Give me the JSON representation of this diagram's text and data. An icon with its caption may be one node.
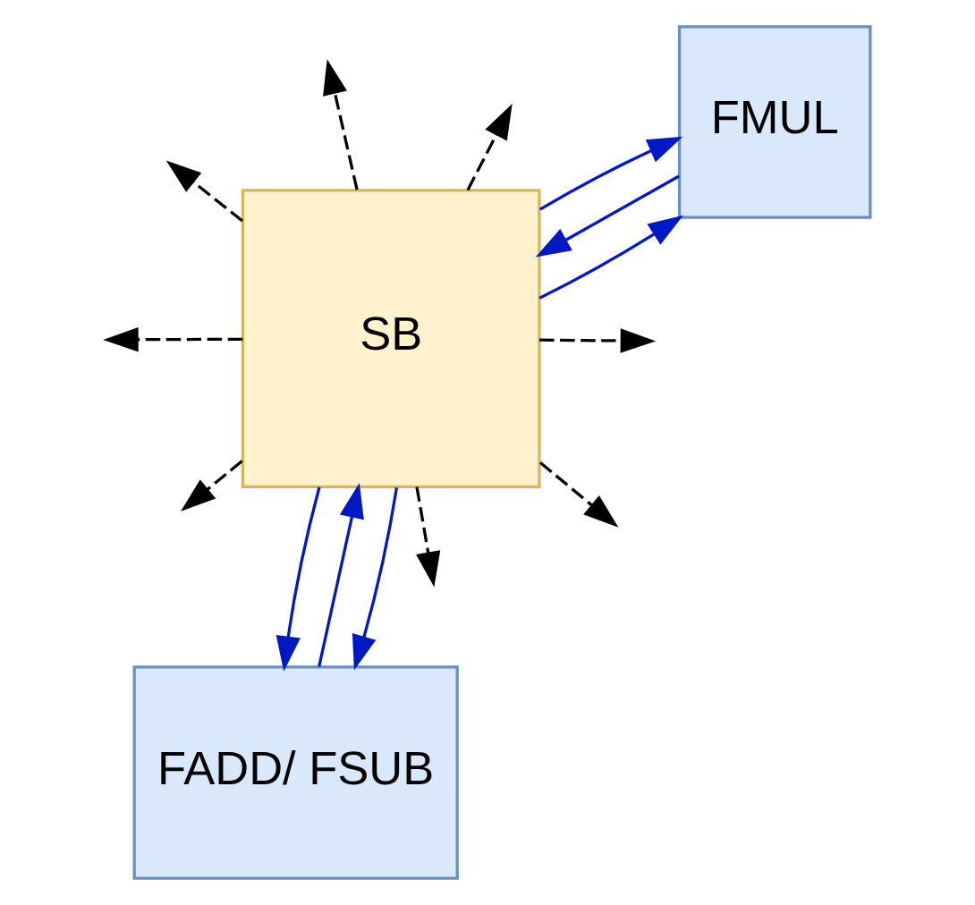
{
  "diagram": {
    "nodes": [
      {
        "text": [
          "SB"
        ]
      },
      {
        "text": [
          "FMUL"
        ]
      },
      {
        "text": [
          "FADD/ FSUB"
        ]
      }
    ],
    "edges": [
      {
        "from": 0,
        "to": null,
        "arrow": "to",
        "style": "dashed"
      },
      {
        "from": 0,
        "to": null,
        "arrow": "to",
        "style": "dashed"
      },
      {
        "from": 0,
        "to": null,
        "arrow": "to",
        "style": "dashed"
      },
      {
        "from": 0,
        "to": null,
        "arrow": "to",
        "style": "dashed"
      },
      {
        "from": 0,
        "to": null,
        "arrow": "to",
        "style": "dashed"
      },
      {
        "from": 0,
        "to": null,
        "arrow": "to",
        "style": "dashed"
      },
      {
        "from": 0,
        "to": null,
        "arrow": "to",
        "style": "dashed"
      },
      {
        "from": 0,
        "to": null,
        "arrow": "to",
        "style": "dashed"
      },
      {
        "from": 0,
        "to": 1,
        "arrow": "to",
        "color": "#0019c4"
      },
      {
        "from": 0,
        "to": 1,
        "arrow": "to",
        "color": "#0019c4"
      },
      {
        "from": 1,
        "to": 0,
        "arrow": "to",
        "color": "#0019c4"
      },
      {
        "from": 0,
        "to": 2,
        "arrow": "to",
        "color": "#0019c4"
      },
      {
        "from": 0,
        "to": 2,
        "arrow": "to",
        "color": "#0019c4"
      },
      {
        "from": 2,
        "to": 0,
        "arrow": "to",
        "color": "#0019c4"
      }
    ]
  }
}
